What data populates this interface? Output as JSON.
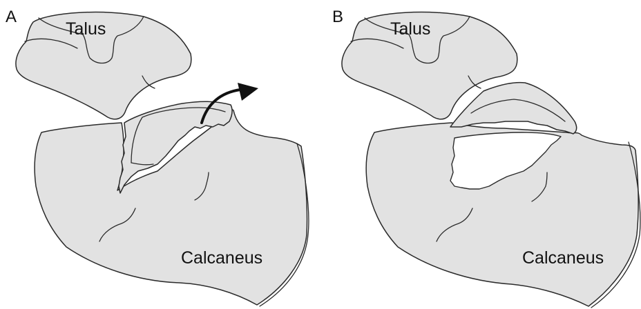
{
  "panels": [
    {
      "letter": "A",
      "talus_label": "Talus",
      "calcaneus_label": "Calcaneus"
    },
    {
      "letter": "B",
      "talus_label": "Talus",
      "calcaneus_label": "Calcaneus"
    }
  ],
  "colors": {
    "bone_fill": "#e2e2e2",
    "outline": "#2a2a2a",
    "arrow": "#111111"
  }
}
